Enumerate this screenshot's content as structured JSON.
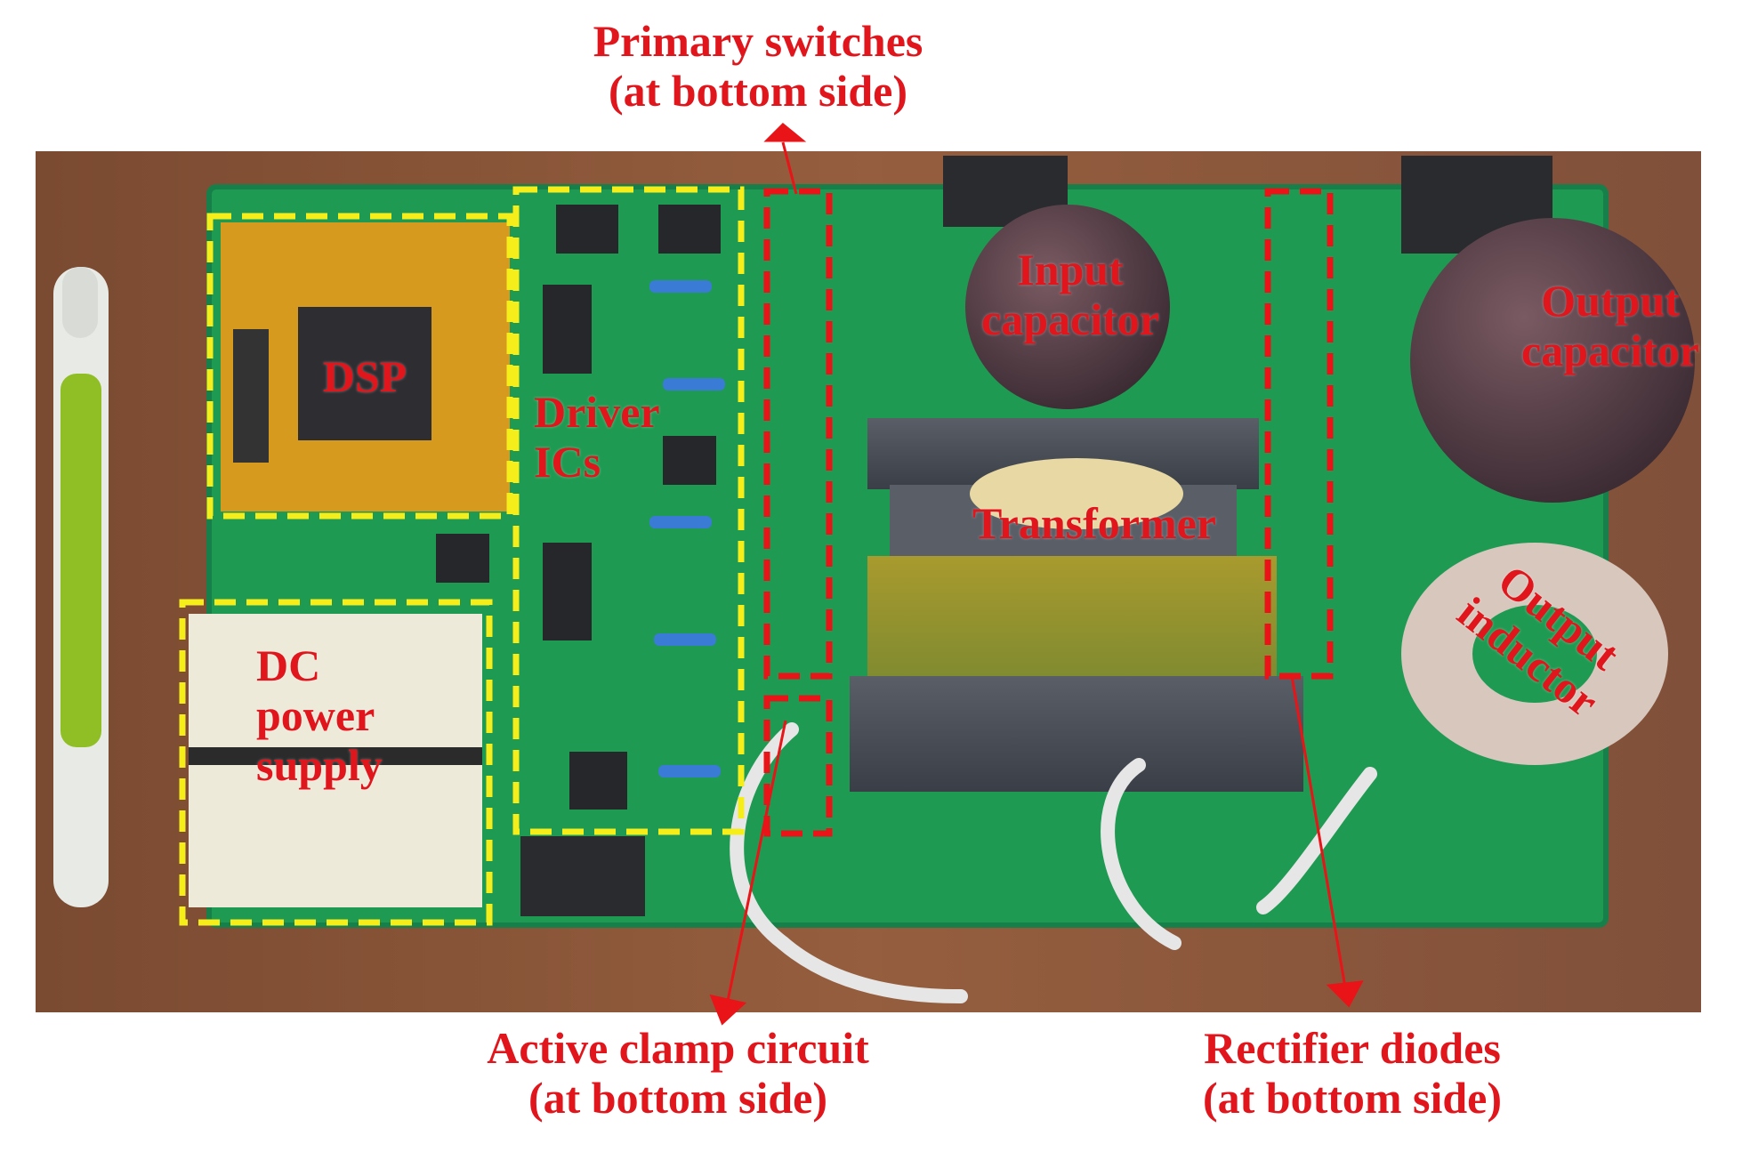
{
  "labels": {
    "primary_switches": [
      "Primary switches",
      "(at bottom side)"
    ],
    "dsp": "DSP",
    "driver_ics": [
      "Driver",
      "ICs"
    ],
    "input_capacitor": [
      "Input",
      "capacitor"
    ],
    "output_capacitor": [
      "Output",
      "capacitor"
    ],
    "transformer": "Transformer",
    "output_inductor": [
      "Output",
      "inductor"
    ],
    "dc_power_supply": [
      "DC",
      "power",
      "supply"
    ],
    "active_clamp_circuit": [
      "Active clamp circuit",
      "(at bottom side)"
    ],
    "rectifier_diodes": [
      "Rectifier diodes",
      "(at bottom side)"
    ]
  },
  "colors": {
    "label_red": "#e0161c",
    "yellow_box": "#f5ee1a",
    "red_box": "#e81418",
    "pcb_green": "#1f9a52",
    "wood": "#8a5638"
  }
}
